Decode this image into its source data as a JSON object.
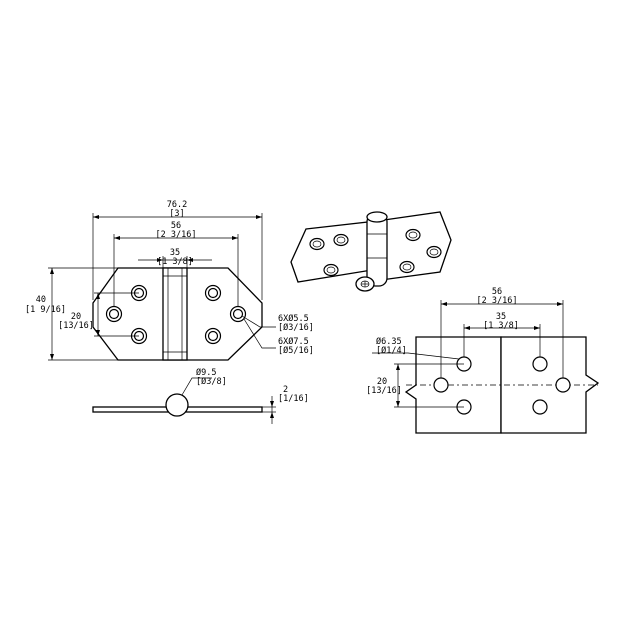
{
  "front_view": {
    "overall_length": "76.2",
    "overall_length_in": "[3]",
    "hole_span": "56",
    "hole_span_in": "[2 3/16]",
    "knuckle_width": "35",
    "knuckle_width_in": "[1 3/8]",
    "height": "40",
    "height_in": "[1 9/16]",
    "hole_pitch": "20",
    "hole_pitch_in": "[13/16]",
    "hole_spec": "6XØ5.5",
    "hole_spec_in": "[Ø3/16]",
    "countersink_spec": "6XØ7.5",
    "countersink_spec_in": "[Ø5/16]"
  },
  "side_view": {
    "pin_diameter": "Ø9.5",
    "pin_diameter_in": "[Ø3/8]",
    "thickness": "2",
    "thickness_in": "[1/16]"
  },
  "template_view": {
    "hole_span": "56",
    "hole_span_in": "[2 3/16]",
    "knuckle_width": "35",
    "knuckle_width_in": "[1 3/8]",
    "hole_diameter": "Ø6.35",
    "hole_diameter_in": "[Ø1/4]",
    "hole_pitch": "20",
    "hole_pitch_in": "[13/16]"
  }
}
